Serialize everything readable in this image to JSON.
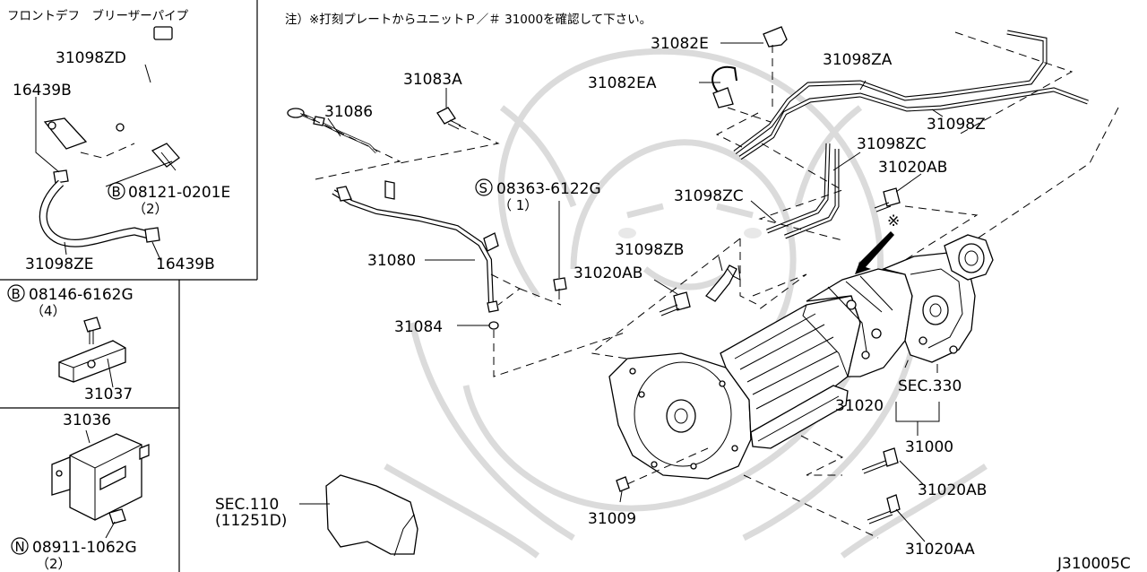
{
  "header": {
    "note": "注）※打刻プレートからユニットＰ／＃ 31000を確認して下さい。",
    "diagram_code": "J310005C"
  },
  "inset_breather": {
    "title": "フロントデフ　ブリーザーパイプ",
    "labels": [
      "31098ZD",
      "16439B",
      "08121-0201E",
      "（2）",
      "31098ZE",
      "16439B"
    ],
    "callout_letter": "B"
  },
  "inset_bracket": {
    "labels": [
      "08146-6162G",
      "（4）",
      "31037"
    ],
    "callout_letter": "B"
  },
  "inset_unit": {
    "labels": [
      "31036",
      "08911-1062G",
      "（2）"
    ],
    "callout_letter": "N"
  },
  "main": {
    "labels": {
      "p31086": "31086",
      "p31083a": "31083A",
      "p08363": "08363-6122G",
      "p08363_qty": "（ 1）",
      "p31080": "31080",
      "p31084": "31084",
      "p31020ab_a": "31020AB",
      "p31098zb": "31098ZB",
      "p31082e": "31082E",
      "p31082ea": "31082EA",
      "p31098za": "31098ZA",
      "p31098z": "31098Z",
      "p31098zc_a": "31098ZC",
      "p31020ab_b": "31020AB",
      "p31098zc_b": "31098ZC",
      "star": "※",
      "sec330": "SEC.330",
      "p31020": "31020",
      "p31000": "31000",
      "p31020ab_c": "31020AB",
      "p31009": "31009",
      "p31020aa": "31020AA",
      "sec110": "SEC.110",
      "sec110_sub": "(11251D)"
    },
    "callout_letter": "S"
  }
}
